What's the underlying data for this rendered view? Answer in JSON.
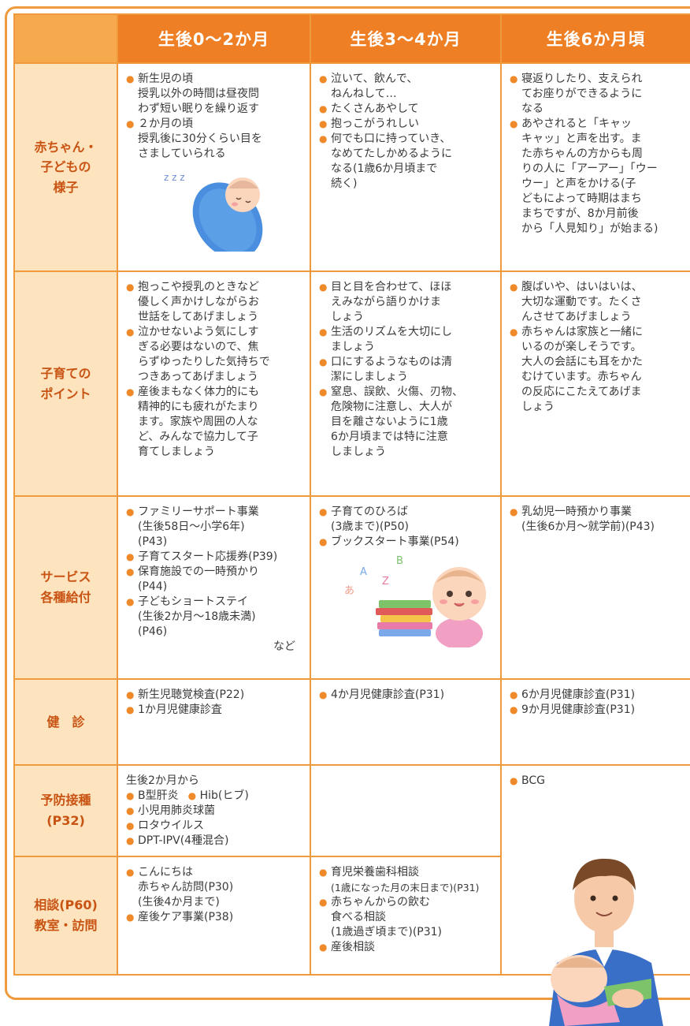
{
  "columns": [
    "生後0〜2か月",
    "生後3〜4か月",
    "生後6か月頃"
  ],
  "rows": [
    {
      "label": "赤ちゃん・\n子どもの\n様子",
      "cells": [
        [
          {
            "type": "bullet",
            "text": "新生児の頃\n授乳以外の時間は昼夜問\nわず短い眠りを繰り返す"
          },
          {
            "type": "bullet",
            "text": "２か月の頃\n授乳後に30分くらい目を\nさましていられる"
          }
        ],
        [
          {
            "type": "bullet",
            "text": "泣いて、飲んで、\nねんねして…"
          },
          {
            "type": "bullet",
            "text": "たくさんあやして"
          },
          {
            "type": "bullet",
            "text": "抱っこがうれしい"
          },
          {
            "type": "bullet",
            "text": "何でも口に持っていき、\nなめてたしかめるように\nなる(1歳6か月頃まで\n続く)"
          }
        ],
        [
          {
            "type": "bullet",
            "text": "寝返りしたり、支えられ\nてお座りができるように\nなる"
          },
          {
            "type": "bullet",
            "text": "あやされると「キャッ\nキャッ」と声を出す。ま\nた赤ちゃんの方からも周\nりの人に「アーアー」「ウー\nウー」と声をかける(子\nどもによって時期はまち\nまちですが、8か月前後\nから「人見知り」が始まる)"
          }
        ]
      ]
    },
    {
      "label": "子育ての\nポイント",
      "cells": [
        [
          {
            "type": "bullet",
            "text": "抱っこや授乳のときなど\n優しく声かけしながらお\n世話をしてあげましょう"
          },
          {
            "type": "bullet",
            "text": "泣かせないよう気にしす\nぎる必要はないので、焦\nらずゆったりした気持ちで\nつきあってあげましょう"
          },
          {
            "type": "bullet",
            "text": "産後まもなく体力的にも\n精神的にも疲れがたまり\nます。家族や周囲の人な\nど、みんなで協力して子\n育てしましょう"
          }
        ],
        [
          {
            "type": "bullet",
            "text": "目と目を合わせて、ほほ\nえみながら語りかけま\nしょう"
          },
          {
            "type": "bullet",
            "text": "生活のリズムを大切にし\nましょう"
          },
          {
            "type": "bullet",
            "text": "口にするようなものは清\n潔にしましょう"
          },
          {
            "type": "bullet",
            "text": "窒息、誤飲、火傷、刃物、\n危険物に注意し、大人が\n目を離さないように1歳\n6か月頃までは特に注意\nしましょう"
          }
        ],
        [
          {
            "type": "bullet",
            "text": "腹ばいや、はいはいは、\n大切な運動です。たくさ\nんさせてあげましょう"
          },
          {
            "type": "bullet",
            "text": "赤ちゃんは家族と一緒に\nいるのが楽しそうです。\n大人の会話にも耳をかた\nむけています。赤ちゃん\nの反応にこたえてあげま\nしょう"
          }
        ]
      ]
    },
    {
      "label": "サービス\n各種給付",
      "cells": [
        [
          {
            "type": "bullet",
            "text": "ファミリーサポート事業\n(生後58日〜小学6年)\n(P43)"
          },
          {
            "type": "bullet",
            "text": "子育てスタート応援券(P39)"
          },
          {
            "type": "bullet",
            "text": "保育施設での一時預かり\n(P44)"
          },
          {
            "type": "bullet",
            "text": "子どもショートステイ\n(生後2か月〜18歳未満)\n(P46)"
          },
          {
            "type": "right",
            "text": "など"
          }
        ],
        [
          {
            "type": "bullet",
            "text": "子育てのひろば\n(3歳まで)(P50)"
          },
          {
            "type": "bullet",
            "text": "ブックスタート事業(P54)"
          }
        ],
        [
          {
            "type": "bullet",
            "text": "乳幼児一時預かり事業\n(生後6か月〜就学前)(P43)"
          }
        ]
      ]
    },
    {
      "label": "健　診",
      "cells": [
        [
          {
            "type": "bullet",
            "text": "新生児聴覚検査(P22)"
          },
          {
            "type": "bullet",
            "text": "1か月児健康診査"
          }
        ],
        [
          {
            "type": "bullet",
            "text": "4か月児健康診査(P31)"
          }
        ],
        [
          {
            "type": "bullet",
            "text": "6か月児健康診査(P31)"
          },
          {
            "type": "bullet",
            "text": "9か月児健康診査(P31)"
          }
        ]
      ]
    },
    {
      "label": "予防接種\n(P32)",
      "cells": [
        [
          {
            "type": "plain",
            "text": "生後2か月から"
          },
          {
            "type": "inline",
            "items": [
              "B型肝炎",
              "Hib(ヒブ)"
            ]
          },
          {
            "type": "bullet",
            "text": "小児用肺炎球菌"
          },
          {
            "type": "bullet",
            "text": "ロタウイルス"
          },
          {
            "type": "bullet",
            "text": "DPT-IPV(4種混合)"
          }
        ],
        [],
        [
          {
            "type": "bullet",
            "text": "BCG"
          }
        ]
      ]
    },
    {
      "label": "相談(P60)\n教室・訪問",
      "cells": [
        [
          {
            "type": "bullet",
            "text": "こんにちは\n赤ちゃん訪問(P30)\n(生後4か月まで)"
          },
          {
            "type": "bullet",
            "text": "産後ケア事業(P38)"
          }
        ],
        [
          {
            "type": "bullet",
            "text": "育児栄養歯科相談"
          },
          {
            "type": "small",
            "text": "(1歳になった月の末日まで)(P31)"
          },
          {
            "type": "bullet",
            "text": "赤ちゃんからの飲む\n食べる相談\n(1歳過ぎ頃まで)(P31)"
          },
          {
            "type": "bullet",
            "text": "産後相談"
          }
        ],
        []
      ]
    }
  ],
  "illustrations": {
    "sleeping_baby": {
      "letters": "z z z"
    },
    "baby_with_books": {
      "letters": [
        "A",
        "B",
        "あ",
        "Z"
      ]
    }
  },
  "colors": {
    "border": "#f09a3e",
    "header": "#ee7f25",
    "rowhead_bg": "#fde4bf",
    "rowhead_text": "#c85312",
    "bullet": "#ef8a2a"
  }
}
